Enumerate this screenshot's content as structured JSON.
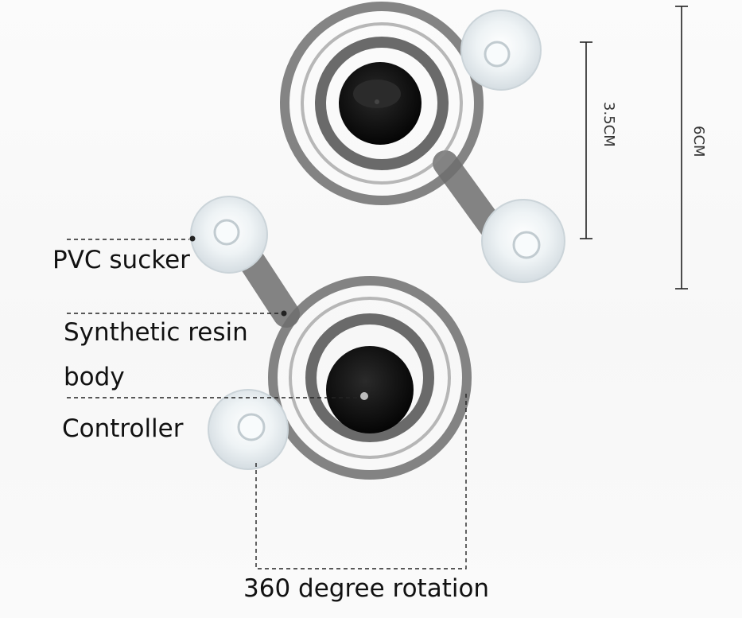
{
  "labels": {
    "pvc_sucker": "PVC sucker",
    "synthetic_resin": "Synthetic resin",
    "body": "body",
    "controller": "Controller",
    "rotation": "360 degree rotation"
  },
  "dimensions": {
    "small": "3.5CM",
    "large": "6CM"
  },
  "colors": {
    "resin": "#6f6f6f",
    "controller_black": "#111111",
    "sucker": "#e8eef1"
  }
}
